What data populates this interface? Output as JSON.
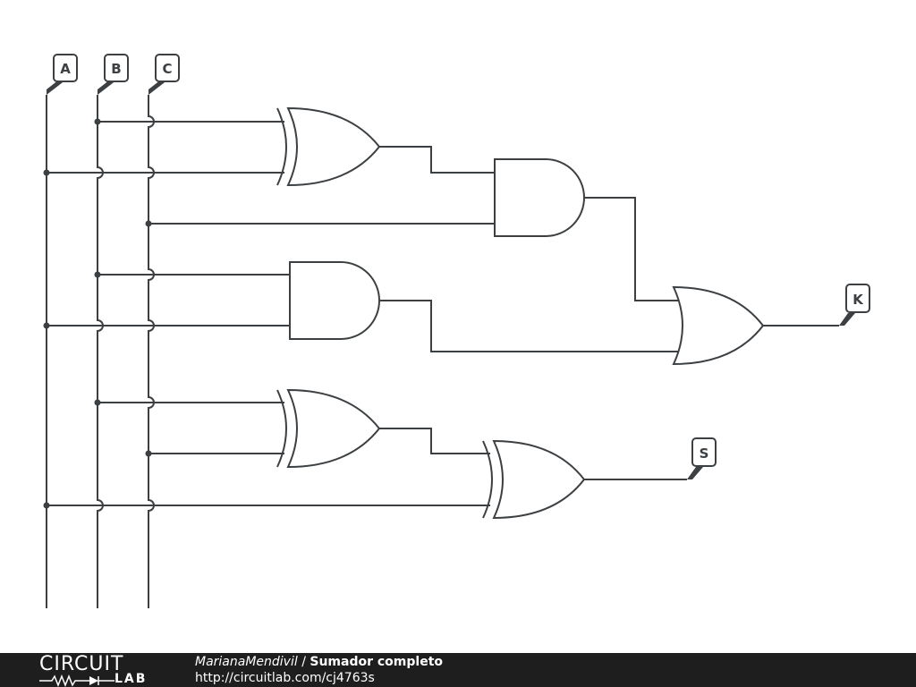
{
  "diagram": {
    "inputs": [
      "A",
      "B",
      "C"
    ],
    "outputs": {
      "carry": "K",
      "sum": "S"
    },
    "gates": [
      {
        "id": "xor1",
        "type": "XOR"
      },
      {
        "id": "and1",
        "type": "AND"
      },
      {
        "id": "and2",
        "type": "AND"
      },
      {
        "id": "or1",
        "type": "OR"
      },
      {
        "id": "xor2",
        "type": "XOR"
      },
      {
        "id": "xor3",
        "type": "XOR"
      }
    ]
  },
  "footer": {
    "logo_top": "CIRCUIT",
    "logo_bottom": "LAB",
    "author": "MarianaMendivil",
    "separator": " / ",
    "title": "Sumador completo",
    "url": "http://circuitlab.com/cj4763s"
  },
  "colors": {
    "line": "#3c4043",
    "footer_bg": "#1e1e1e",
    "footer_text": "#ffffff"
  }
}
